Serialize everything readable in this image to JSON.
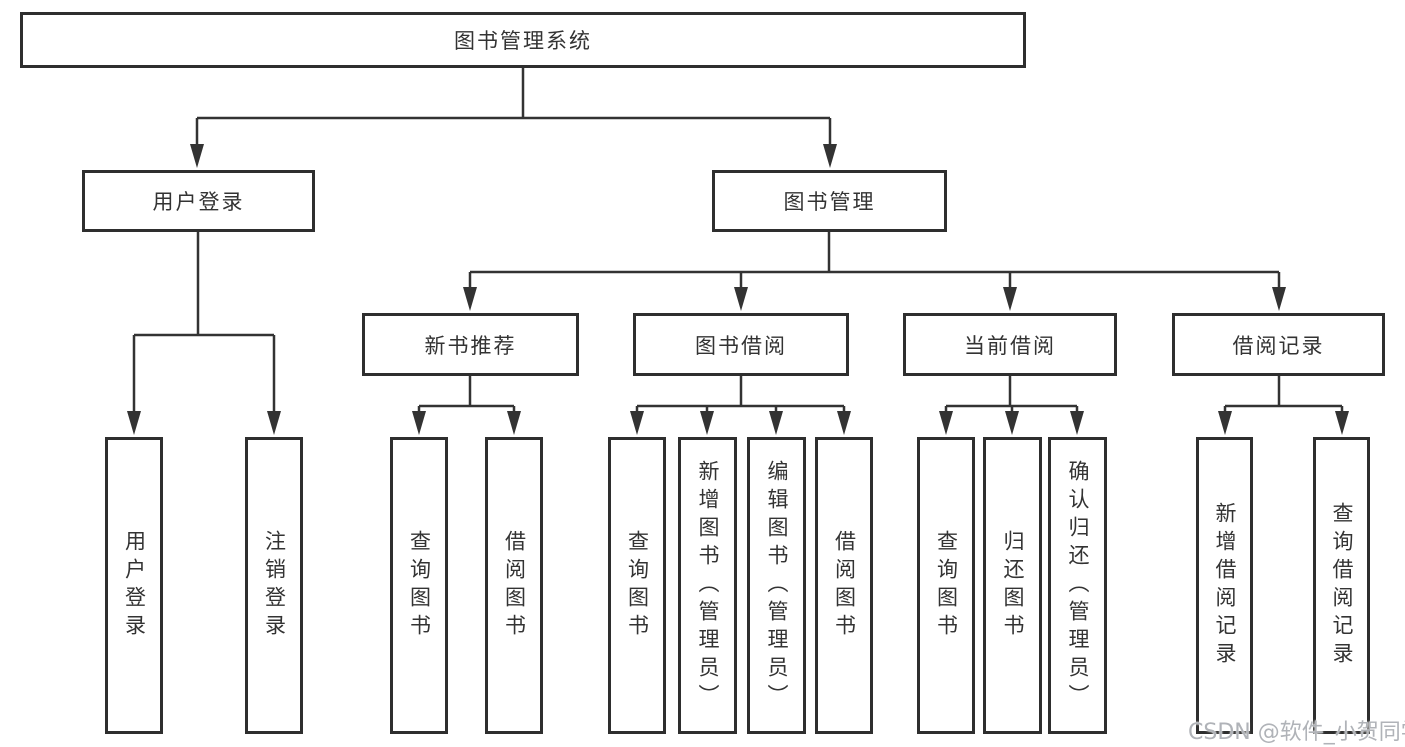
{
  "diagram": {
    "root": "图书管理系统",
    "level2": [
      {
        "label": "用户登录",
        "children": [
          "用户登录",
          "注销登录"
        ]
      },
      {
        "label": "图书管理",
        "children": [
          {
            "label": "新书推荐",
            "children": [
              "查询图书",
              "借阅图书"
            ]
          },
          {
            "label": "图书借阅",
            "children": [
              "查询图书",
              "新增图书（管理员）",
              "编辑图书（管理员）",
              "借阅图书"
            ]
          },
          {
            "label": "当前借阅",
            "children": [
              "查询图书",
              "归还图书",
              "确认归还（管理员）"
            ]
          },
          {
            "label": "借阅记录",
            "children": [
              "新增借阅记录",
              "查询借阅记录"
            ]
          }
        ]
      }
    ]
  },
  "watermark": "CSDN @软件_小贺同学",
  "colors": {
    "line": "#333333",
    "box_border": "#2e2e2e",
    "text": "#333333",
    "watermark": "#b0b3b8",
    "background": "#ffffff"
  }
}
